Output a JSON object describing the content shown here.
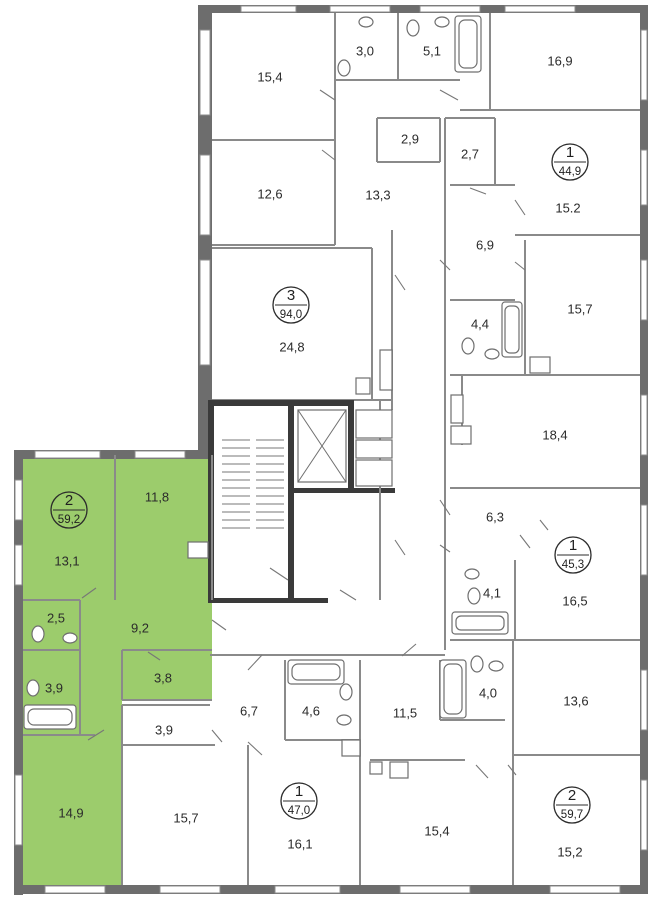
{
  "colors": {
    "highlight_fill": "#9ccc6c",
    "wall": "#6d6d6d",
    "background": "#ffffff"
  },
  "rooms": [
    {
      "id": "r1",
      "label": "15,4"
    },
    {
      "id": "r2",
      "label": "3,0"
    },
    {
      "id": "r3",
      "label": "5,1"
    },
    {
      "id": "r4",
      "label": "16,9"
    },
    {
      "id": "r5",
      "label": "2,9"
    },
    {
      "id": "r6",
      "label": "2,7"
    },
    {
      "id": "r7",
      "label": "12,6"
    },
    {
      "id": "r8",
      "label": "13,3"
    },
    {
      "id": "r9",
      "label": "15.2"
    },
    {
      "id": "r10",
      "label": "6,9"
    },
    {
      "id": "r11",
      "label": "24,8"
    },
    {
      "id": "r12",
      "label": "15,7"
    },
    {
      "id": "r13",
      "label": "4,4"
    },
    {
      "id": "r14",
      "label": "18,4"
    },
    {
      "id": "r15",
      "label": "11,8"
    },
    {
      "id": "r16",
      "label": "13,1"
    },
    {
      "id": "r17",
      "label": "6,3"
    },
    {
      "id": "r18",
      "label": "16,5"
    },
    {
      "id": "r19",
      "label": "2,5"
    },
    {
      "id": "r20",
      "label": "9,2"
    },
    {
      "id": "r21",
      "label": "4,1"
    },
    {
      "id": "r22",
      "label": "3,9"
    },
    {
      "id": "r23",
      "label": "3,8"
    },
    {
      "id": "r24",
      "label": "6,7"
    },
    {
      "id": "r25",
      "label": "4,6"
    },
    {
      "id": "r26",
      "label": "11,5"
    },
    {
      "id": "r27",
      "label": "4,0"
    },
    {
      "id": "r28",
      "label": "13,6"
    },
    {
      "id": "r29",
      "label": "3,9"
    },
    {
      "id": "r30",
      "label": "14,9"
    },
    {
      "id": "r31",
      "label": "15,7"
    },
    {
      "id": "r32",
      "label": "16,1"
    },
    {
      "id": "r33",
      "label": "15,4"
    },
    {
      "id": "r34",
      "label": "15,2"
    }
  ],
  "apartments": [
    {
      "id": "a1",
      "rooms": "1",
      "area": "44,9"
    },
    {
      "id": "a2",
      "rooms": "3",
      "area": "94,0"
    },
    {
      "id": "a3",
      "rooms": "2",
      "area": "59,2"
    },
    {
      "id": "a4",
      "rooms": "1",
      "area": "45,3"
    },
    {
      "id": "a5",
      "rooms": "1",
      "area": "47,0"
    },
    {
      "id": "a6",
      "rooms": "2",
      "area": "59,7"
    }
  ]
}
